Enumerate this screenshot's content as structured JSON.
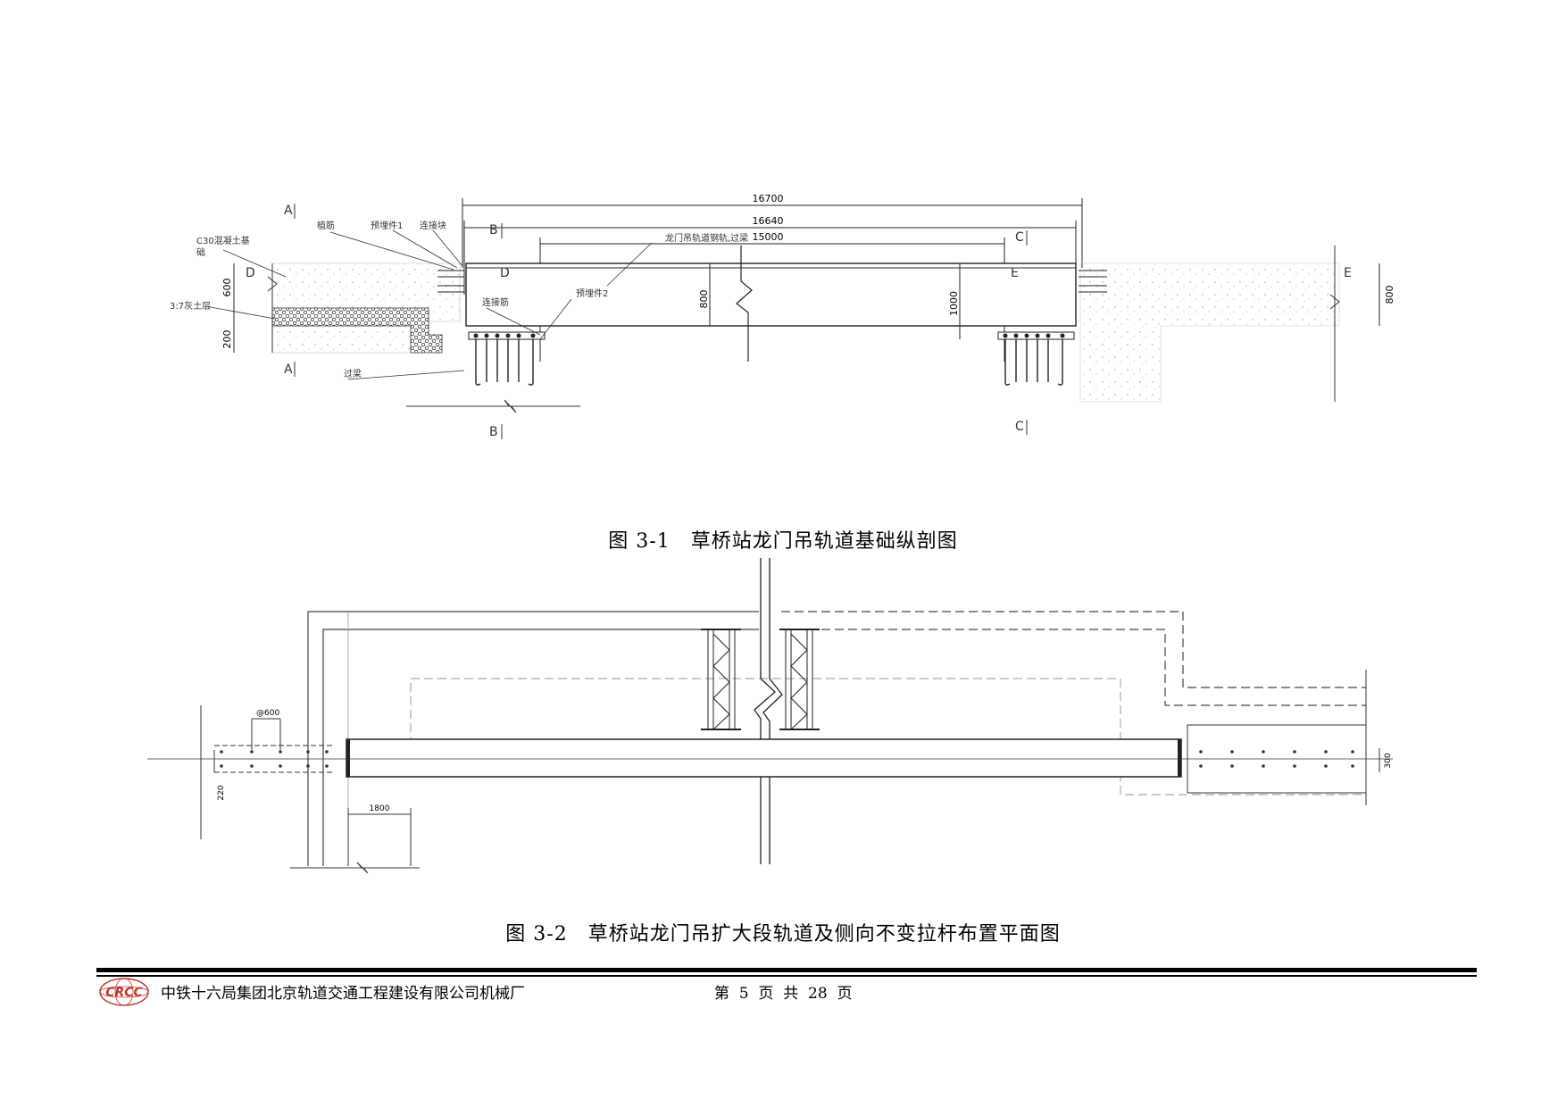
{
  "figure1": {
    "caption": "图 3-1　草桥站龙门吊轨道基础纵剖图",
    "dims": {
      "d16700": "16700",
      "d16640": "16640",
      "d15000": "15000",
      "d600": "600",
      "d200": "200",
      "d800a": "800",
      "d1000": "1000",
      "d800b": "800"
    },
    "labels": {
      "c30": "C30混凝土基",
      "c30b": "础",
      "soil": "3:7灰土层",
      "guoliang": "过梁",
      "bolt": "植筋",
      "embed1": "预埋件1",
      "connect": "连接块",
      "conrod": "连接筋",
      "embed2": "预埋件2",
      "rail": "龙门吊轨道钢轨,过梁"
    },
    "sections": {
      "A_top": "A",
      "A_bot": "A",
      "B_top": "B",
      "B_bot": "B",
      "C_top": "C",
      "C_bot": "C",
      "D1": "D",
      "D2": "D",
      "E1": "E",
      "E2": "E"
    }
  },
  "figure2": {
    "caption": "图 3-2　草桥站龙门吊扩大段轨道及侧向不变拉杆布置平面图",
    "dims": {
      "d600": "@600",
      "d220": "220",
      "d1800": "1800",
      "d300": "300"
    }
  },
  "footer": {
    "logo_text": "CRCC",
    "company": "中铁十六局集团北京轨道交通工程建设有限公司机械厂",
    "page": "第  5  页  共  28  页"
  }
}
